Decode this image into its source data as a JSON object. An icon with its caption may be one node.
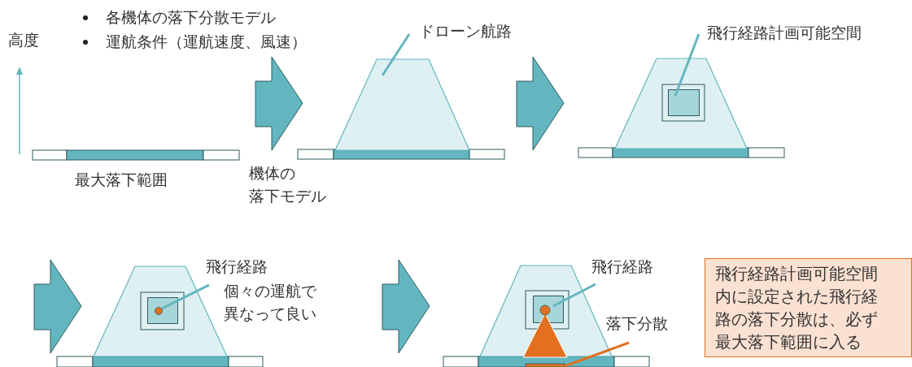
{
  "diagram": {
    "nodes": [
      {
        "text": [
          "ドローン航路"
        ]
      },
      {
        "text": [],
        "shape": "trapezoid"
      },
      {
        "text": [
          "飛行経路計画可能空間"
        ]
      },
      {
        "text": [],
        "shape": "trapezoid"
      },
      {
        "text": [],
        "shape": "box",
        "in": 3
      },
      {
        "text": [],
        "shape": "trapezoid"
      },
      {
        "text": [],
        "shape": "box",
        "in": 5
      },
      {
        "text": [],
        "shape": "circle",
        "in": 6
      },
      {
        "text": [
          "飛行経路",
          "個々の運航で異なって良い"
        ]
      },
      {
        "text": [
          "飛行経路"
        ]
      },
      {
        "text": [],
        "shape": "trapezoid"
      },
      {
        "text": [],
        "shape": "box",
        "in": 10
      },
      {
        "text": [],
        "shape": "triangle",
        "in": 10
      },
      {
        "text": [
          "落下分散"
        ]
      },
      {
        "text": [],
        "shape": "bar"
      },
      {
        "text": [
          "飛行経路計画可能空間内に設定された飛行経路の落下分散は、必ず最大落下範囲に入る"
        ]
      }
    ],
    "edges": [
      {
        "from": 0,
        "to": 1,
        "arrow": "none"
      },
      {
        "from": 2,
        "to": 4,
        "arrow": "none"
      },
      {
        "from": 8,
        "to": 7,
        "arrow": "none"
      },
      {
        "from": 9,
        "to": 11,
        "arrow": "none"
      },
      {
        "from": 13,
        "to": 14,
        "arrow": "none",
        "color": "#e3701f"
      }
    ],
    "labels": [
      "各機体の落下分散モデル",
      "運航条件（運航速度、風速）",
      "高度",
      "最大落下範囲",
      "機体の落下モデル"
    ]
  }
}
